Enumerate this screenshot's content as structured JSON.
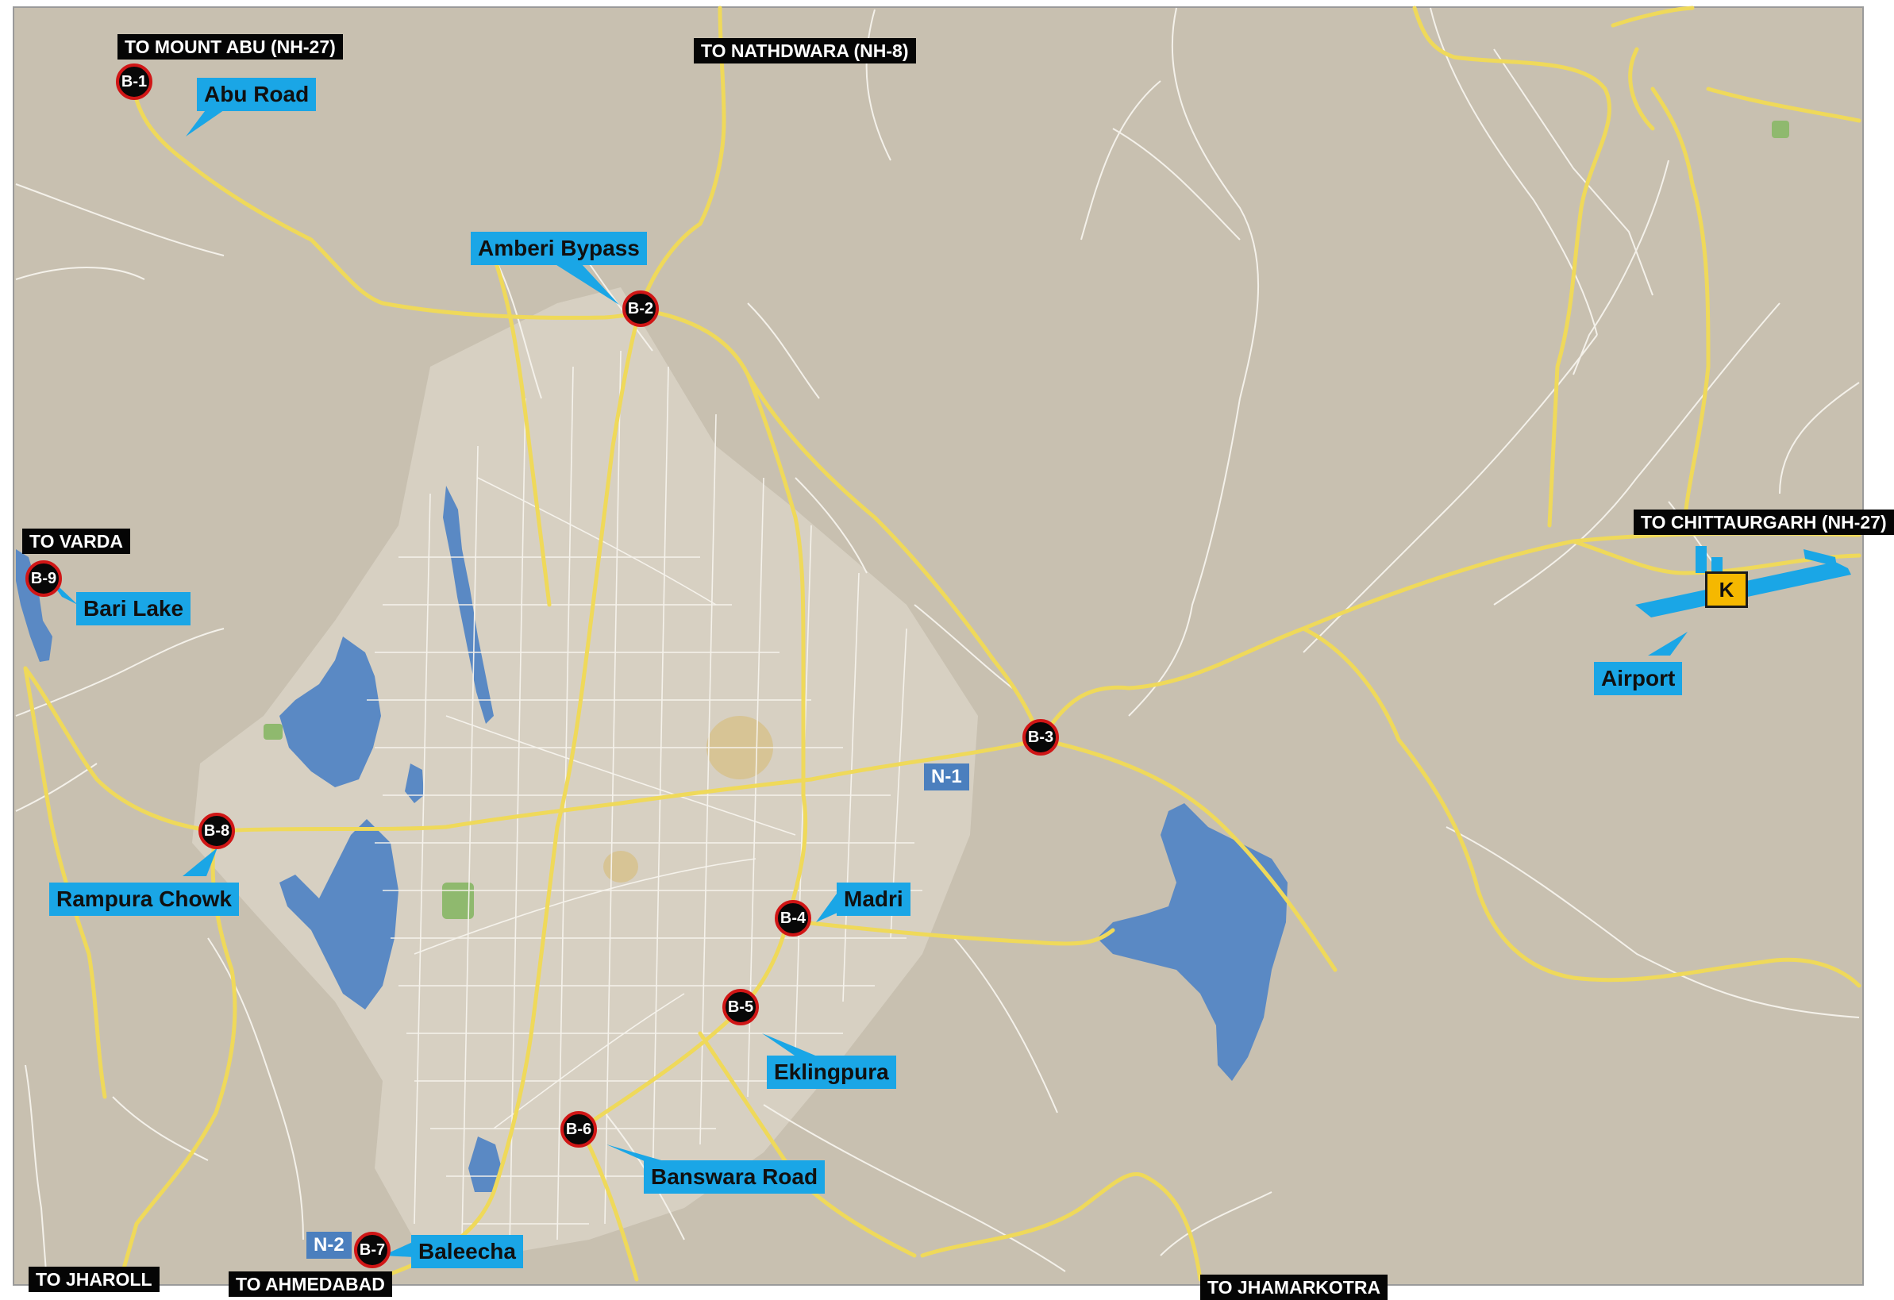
{
  "map": {
    "colors": {
      "land": "#c8c0b0",
      "road_major": "#efd95a",
      "road_minor": "#f4f1ea",
      "water": "#5a89c4",
      "marker_ring": "#d01616",
      "callout": "#1aa6e6",
      "node": "#4b7fbe",
      "airport": "#f5b800",
      "runway": "#1aa6e6"
    },
    "destinations": {
      "mount_abu": "TO MOUNT ABU  (NH-27)",
      "nathdwara": "TO NATHDWARA (NH-8)",
      "varda": "TO  VARDA",
      "chittaurgarh": "TO CHITTAURGARH (NH-27)",
      "jharoll": "TO JHAROLL",
      "ahmedabad": "TO AHMEDABAD",
      "jhamarkotra": "TO JHAMARKOTRA"
    },
    "markers": {
      "b1": "B-1",
      "b2": "B-2",
      "b3": "B-3",
      "b4": "B-4",
      "b5": "B-5",
      "b6": "B-6",
      "b7": "B-7",
      "b8": "B-8",
      "b9": "B-9"
    },
    "places": {
      "abu_road": "Abu Road",
      "amberi_bypass": "Amberi Bypass",
      "bari_lake": "Bari  Lake",
      "rampura_chowk": "Rampura Chowk",
      "madri": "Madri",
      "eklingpura": "Eklingpura",
      "banswara_road": "Banswara Road",
      "baleecha": "Baleecha",
      "airport": "Airport"
    },
    "nodes": {
      "n1": "N-1",
      "n2": "N-2"
    },
    "airport_marker": "K"
  }
}
